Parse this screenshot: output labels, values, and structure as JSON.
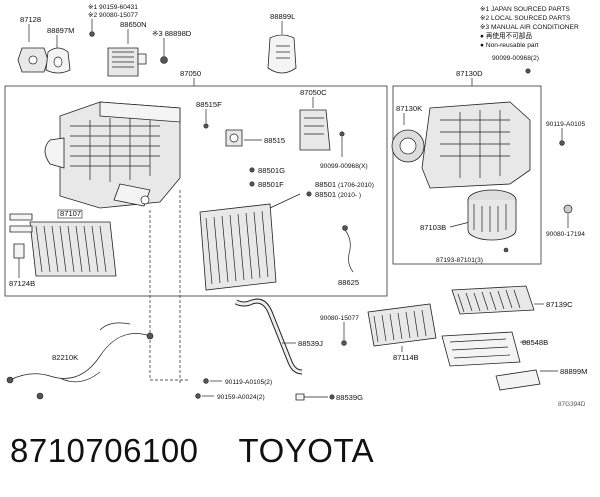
{
  "legend": {
    "note1": "※1 JAPAN SOURCED PARTS",
    "note2": "※2 LOCAL SOURCED PARTS",
    "note3": "※3 MANUAL AIR CONDITIONER",
    "note4": "● 再使用不可部品",
    "note5": "● Non-reusable part"
  },
  "labels": {
    "p87128": "87128",
    "p87128_1": "※1 90159-60431",
    "p87128_2": "※2 90080-15077",
    "p88650N": "88650N",
    "p88897M": "88897M",
    "p88898D": "※3 88898D",
    "p88899L": "88899L",
    "p87050": "87050",
    "p87130D": "87130D",
    "p90099_00968_2": "90099-00968(2)",
    "p88515F": "88515F",
    "p87050C": "87050C",
    "p88515": "88515",
    "p87130K": "87130K",
    "p90119_A0105": "90119-A0105",
    "p90099_00968_X": "90099-00968(X)",
    "p88501G": "88501G",
    "p88501F": "88501F",
    "p88501a": "88501",
    "p88501a_note": "(1706-2010)",
    "p88501b": "88501",
    "p88501b_note": "(2010-     )",
    "p87107": "87107",
    "p87103B": "87103B",
    "p90080_17194": "90080-17194",
    "p87193_87101": "87193-87101(3)",
    "p88625": "88625",
    "p87124B": "87124B",
    "p90080_15077": "90080-15077",
    "p87139C": "87139C",
    "p88539J": "88539J",
    "p87114B": "87114B",
    "p88548B": "88548B",
    "p82210K": "82210K",
    "p88899M": "88899M",
    "p90119_A0105_2": "90119-A0105(2)",
    "p90159_A0024_2": "90159-A0024(2)",
    "p88539G": "88539G"
  },
  "ref_code": "87G394D",
  "caption": {
    "part_number": "8710706100",
    "brand": "TOYOTA"
  }
}
